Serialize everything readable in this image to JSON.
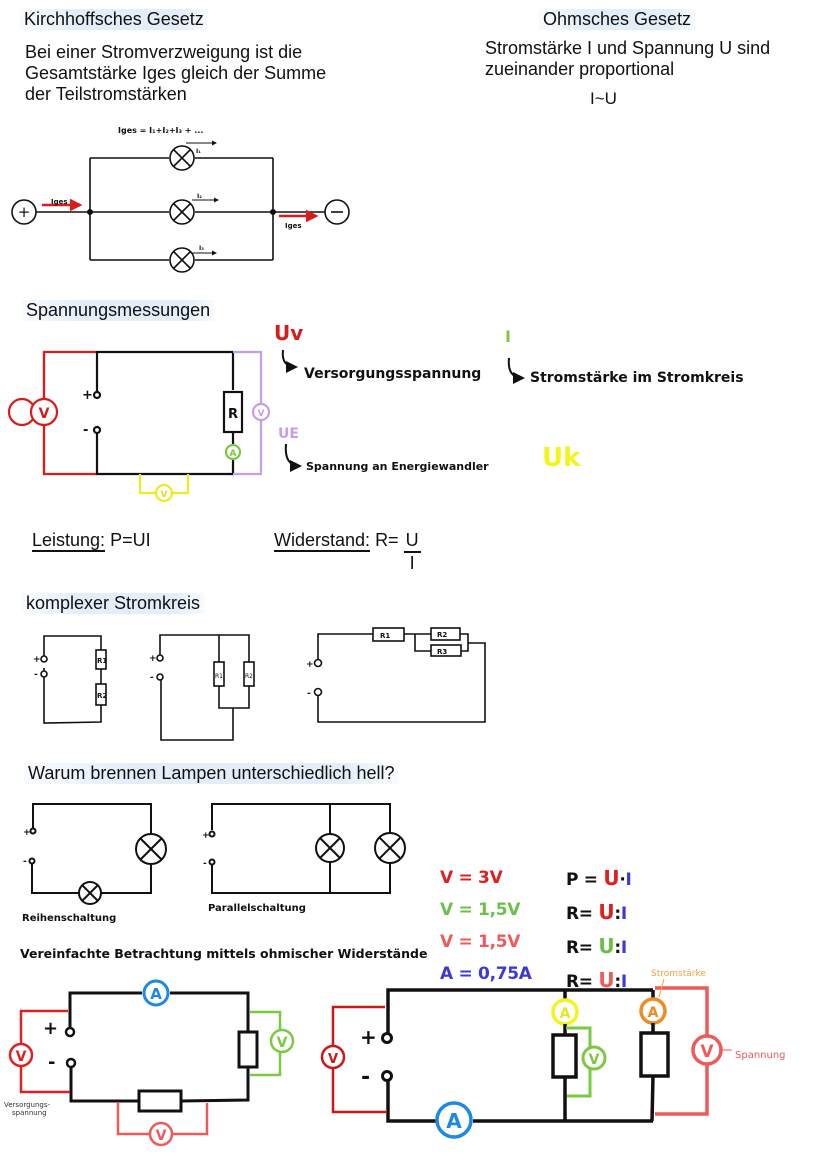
{
  "kirchhoff": {
    "title": "Kirchhoffsches Gesetz",
    "lines": [
      "Bei einer Stromverzweigung ist die",
      "Gesamtstärke Iges gleich der Summe",
      "der Teilstromstärken"
    ],
    "formula": "Iges = I₁+I₂+I₃ + ...",
    "labels": {
      "iges_in": "Iges",
      "iges_out": "Iges",
      "i1": "I₁",
      "i2": "I₂",
      "i3": "I₃",
      "plus": "+",
      "minus": "−"
    }
  },
  "ohm": {
    "title": "Ohmsches Gesetz",
    "lines": [
      "Stromstärke I und Spannung U sind",
      "zueinander proportional"
    ],
    "relation": "I~U"
  },
  "spannungsmessungen": {
    "title": "Spannungsmessungen",
    "circuit": {
      "plus": "+",
      "minus": "-",
      "resistor": "R",
      "voltmeter": "V",
      "ammeter": "A"
    },
    "legend": [
      {
        "symbol": "Uv",
        "description": "Versorgungsspannung",
        "color": "#d81b1b"
      },
      {
        "symbol": "I",
        "description": "Stromstärke im Stromkreis",
        "color": "#7ac943"
      },
      {
        "symbol": "UE",
        "description": "Spannung an Energiewandler",
        "color": "#c89ce8"
      },
      {
        "symbol": "Uk",
        "description": "",
        "color": "#f4f41c"
      }
    ]
  },
  "formulas": {
    "leistung_label": "Leistung:",
    "leistung_formula": "P=UI",
    "widerstand_label": "Widerstand:",
    "widerstand_prefix": "R=",
    "widerstand_numerator": "U",
    "widerstand_denominator": "I"
  },
  "komplex": {
    "title": "komplexer Stromkreis",
    "circuits": [
      {
        "type": "series",
        "resistors": [
          "R1",
          "R2"
        ]
      },
      {
        "type": "parallel",
        "resistors": [
          "R1",
          "R2"
        ]
      },
      {
        "type": "mixed",
        "resistors": [
          "R1",
          "R2",
          "R3"
        ]
      }
    ],
    "plus": "+",
    "minus": "-"
  },
  "lampen": {
    "title": "Warum brennen Lampen unterschiedlich hell?",
    "series_label": "Reihenschaltung",
    "parallel_label": "Parallelschaltung",
    "simplified_label": "Vereinfachte Betrachtung mittels ohmischer Widerstände",
    "plus": "+",
    "minus": "-"
  },
  "values": [
    {
      "left": "V = 3V",
      "left_color": "#e02020",
      "right_prefix": "P =",
      "right_u": "U",
      "right_op": "·",
      "right_i": "I",
      "u_color": "#e02020"
    },
    {
      "left": "V = 1,5V",
      "left_color": "#6cc04a",
      "right_prefix": "R=",
      "right_u": "U",
      "right_op": ":",
      "right_i": "I",
      "u_color": "#e02020"
    },
    {
      "left": "V = 1,5V",
      "left_color": "#f05a5a",
      "right_prefix": "R=",
      "right_u": "U",
      "right_op": ":",
      "right_i": "I",
      "u_color": "#6cc04a"
    },
    {
      "left": "A = 0,75A",
      "left_color": "#3a3ad6",
      "right_prefix": "R=",
      "right_u": "U",
      "right_op": ":",
      "right_i": "I",
      "u_color": "#f05a5a"
    }
  ],
  "bottom": {
    "left": {
      "versorgung_label": "Versorgungs-\nspannung",
      "ammeter": "A",
      "voltmeter": "V",
      "plus": "+",
      "minus": "-"
    },
    "right": {
      "stromstaerke_label": "Stromstärke",
      "spannung_label": "Spannung",
      "ammeter": "A",
      "voltmeter": "V",
      "plus": "+",
      "minus": "-"
    }
  },
  "colors": {
    "red": "#d81b1b",
    "green": "#7ac943",
    "lilac": "#c89ce8",
    "yellow": "#f4f41c",
    "blue": "#1e88e5",
    "orange": "#f08a24",
    "salmon": "#ee5a5a",
    "darkblue": "#3a3ad6"
  }
}
